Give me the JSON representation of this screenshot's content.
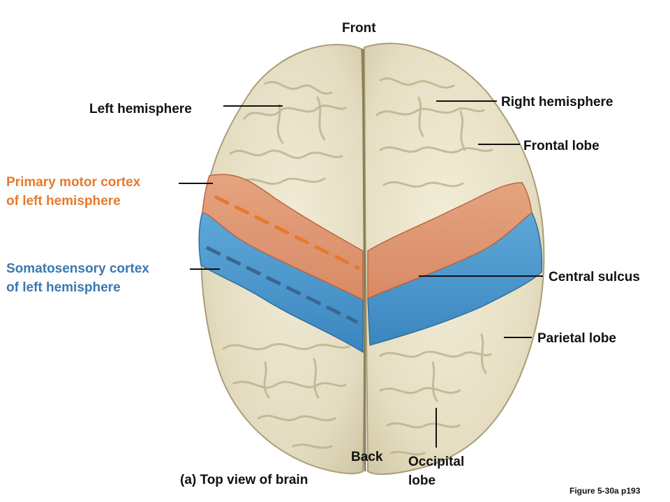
{
  "labels": {
    "front": "Front",
    "back": "Back",
    "left_hemisphere": "Left hemisphere",
    "right_hemisphere": "Right hemisphere",
    "frontal_lobe": "Frontal lobe",
    "primary_motor_cortex_line1": "Primary motor cortex",
    "primary_motor_cortex_line2": "of left hemisphere",
    "somatosensory_cortex_line1": "Somatosensory cortex",
    "somatosensory_cortex_line2": "of left hemisphere",
    "central_sulcus": "Central sulcus",
    "parietal_lobe": "Parietal lobe",
    "occipital_lobe_line1": "Occipital",
    "occipital_lobe_line2": "lobe"
  },
  "caption": "(a) Top view of brain",
  "figure_ref": "Figure 5-30a  p193",
  "colors": {
    "motor_cortex": "#e8782c",
    "somatosensory_cortex": "#3a78b0",
    "brain_tissue": "#ede6cf",
    "text": "#111111"
  }
}
